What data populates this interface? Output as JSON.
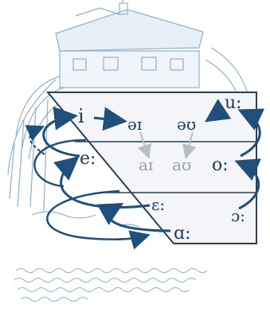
{
  "vowels": {
    "i": "i",
    "u_long": "u:",
    "e_long": "e:",
    "o_long": "o:",
    "open_e_long": "ɛ:",
    "open_o_long": "ɔ:",
    "a_long": "ɑ:"
  },
  "diphthongs": {
    "ei": "əɪ",
    "ou": "əʊ",
    "ai": "aɪ",
    "au": "aʊ"
  },
  "colors": {
    "ink": "#1f3a56",
    "arrow": "#1f4f7a",
    "faint_arrow": "#b7bec4",
    "sketch": "#8fb0cc",
    "chart_border": "#2b3f55",
    "chart_fill": "#f3f5f8"
  },
  "handwriting": "manuscript text (illegible)"
}
